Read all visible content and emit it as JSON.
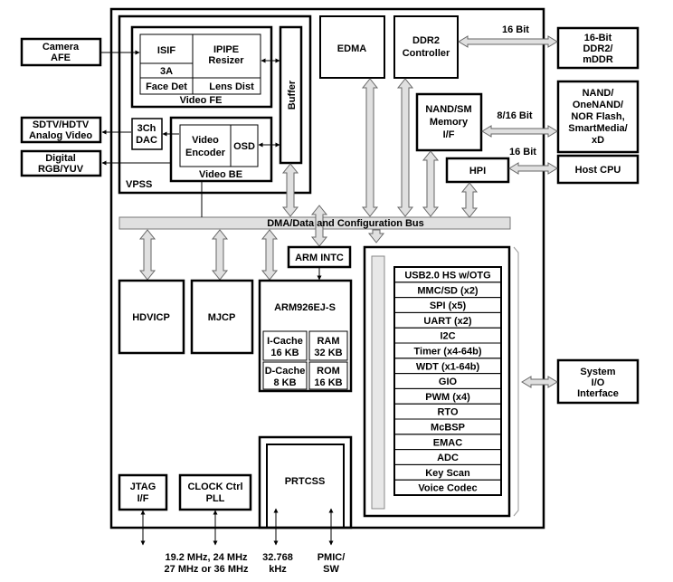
{
  "external": {
    "camera_afe": [
      "Camera",
      "AFE"
    ],
    "sdtv_hdtv": [
      "SDTV/HDTV",
      "Analog Video"
    ],
    "digital_rgb": [
      "Digital",
      "RGB/YUV"
    ],
    "ddr2_ext": [
      "16-Bit",
      "DDR2/",
      "mDDR"
    ],
    "nand_ext": [
      "NAND/",
      "OneNAND/",
      "NOR Flash,",
      "SmartMedia/",
      "xD"
    ],
    "host_cpu": "Host CPU",
    "system_io": [
      "System",
      "I/O",
      "Interface"
    ]
  },
  "bus_widths": {
    "ddr": "16 Bit",
    "nand": "8/16 Bit",
    "hpi": "16 Bit"
  },
  "vpss": {
    "label": "VPSS",
    "isif": "ISIF",
    "ipipe": [
      "IPIPE",
      "Resizer"
    ],
    "three_a": "3A",
    "face_det": "Face Det",
    "lens_dist": "Lens Dist",
    "video_fe": "Video FE",
    "buffer": "Buffer",
    "dac": [
      "3Ch",
      "DAC"
    ],
    "video_encoder": [
      "Video",
      "Encoder"
    ],
    "osd": "OSD",
    "video_be": "Video BE"
  },
  "edma": "EDMA",
  "ddr2_controller": [
    "DDR2",
    "Controller"
  ],
  "nand_sm": [
    "NAND/SM",
    "Memory",
    "I/F"
  ],
  "hpi": "HPI",
  "bus_label": "DMA/Data and Configuration Bus",
  "arm_intc": "ARM INTC",
  "arm_core": {
    "title": "ARM926EJ-S",
    "icache": [
      "I-Cache",
      "16 KB"
    ],
    "ram": [
      "RAM",
      "32 KB"
    ],
    "dcache": [
      "D-Cache",
      "8 KB"
    ],
    "rom": [
      "ROM",
      "16 KB"
    ]
  },
  "hdvicp": "HDVICP",
  "mjcp": "MJCP",
  "peripherals": [
    "USB2.0 HS w/OTG",
    "MMC/SD (x2)",
    "SPI (x5)",
    "UART (x2)",
    "I2C",
    "Timer (x4-64b)",
    "WDT (x1-64b)",
    "GIO",
    "PWM (x4)",
    "RTO",
    "McBSP",
    "EMAC",
    "ADC",
    "Key Scan",
    "Voice Codec"
  ],
  "jtag": [
    "JTAG",
    "I/F"
  ],
  "clock": [
    "CLOCK Ctrl",
    "PLL"
  ],
  "prtcss": "PRTCSS",
  "bottom_labels": {
    "clocks": [
      "19.2 MHz, 24 MHz",
      "27 MHz or 36 MHz"
    ],
    "khz": [
      "32.768",
      "kHz"
    ],
    "pmic": [
      "PMIC/",
      "SW"
    ]
  }
}
